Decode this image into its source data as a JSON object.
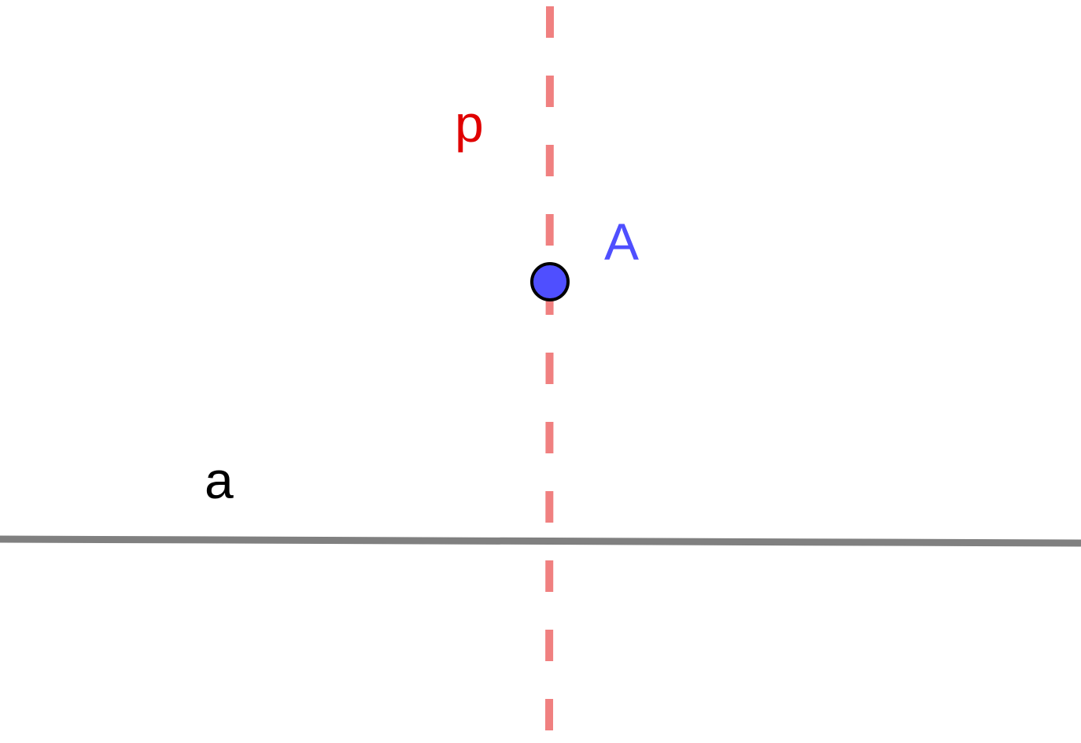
{
  "diagram": {
    "line_a": {
      "label": "a",
      "color": "#808080",
      "label_color": "#000000"
    },
    "line_p": {
      "label": "p",
      "color": "#F08080",
      "label_color": "#E00000",
      "style": "dashed"
    },
    "point_A": {
      "label": "A",
      "fill": "#4F4FFF",
      "stroke": "#000000",
      "label_color": "#4F4FFF"
    },
    "background": "#FFFFFF"
  }
}
